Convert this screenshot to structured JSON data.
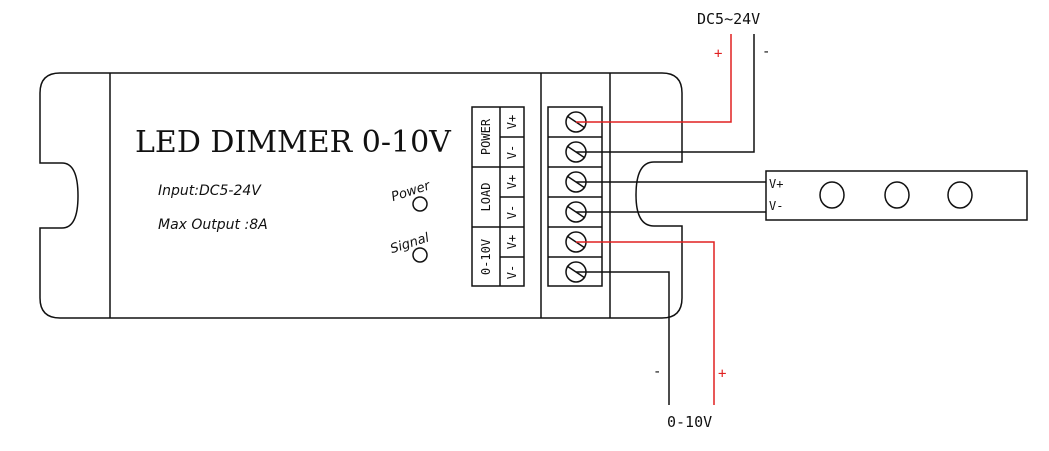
{
  "device": {
    "title": "LED DIMMER 0-10V",
    "spec_input": "Input:DC5-24V",
    "spec_output": "Max Output :8A",
    "indicators": {
      "power": "Power",
      "signal": "Signal"
    }
  },
  "terminal_groups": [
    {
      "name": "POWER",
      "pins": [
        "V+",
        "V-"
      ]
    },
    {
      "name": "LOAD",
      "pins": [
        "V+",
        "V-"
      ]
    },
    {
      "name": "0-10V",
      "pins": [
        "V+",
        "V-"
      ]
    }
  ],
  "power_supply": {
    "label": "DC5~24V",
    "plus": "+",
    "minus": "-"
  },
  "led_strip": {
    "plus_label": "V+",
    "minus_label": "V-"
  },
  "control_signal": {
    "label": "0-10V",
    "plus": "+",
    "minus": "-"
  },
  "colors": {
    "wire_positive": "#e02020",
    "wire_negative": "#111111"
  }
}
